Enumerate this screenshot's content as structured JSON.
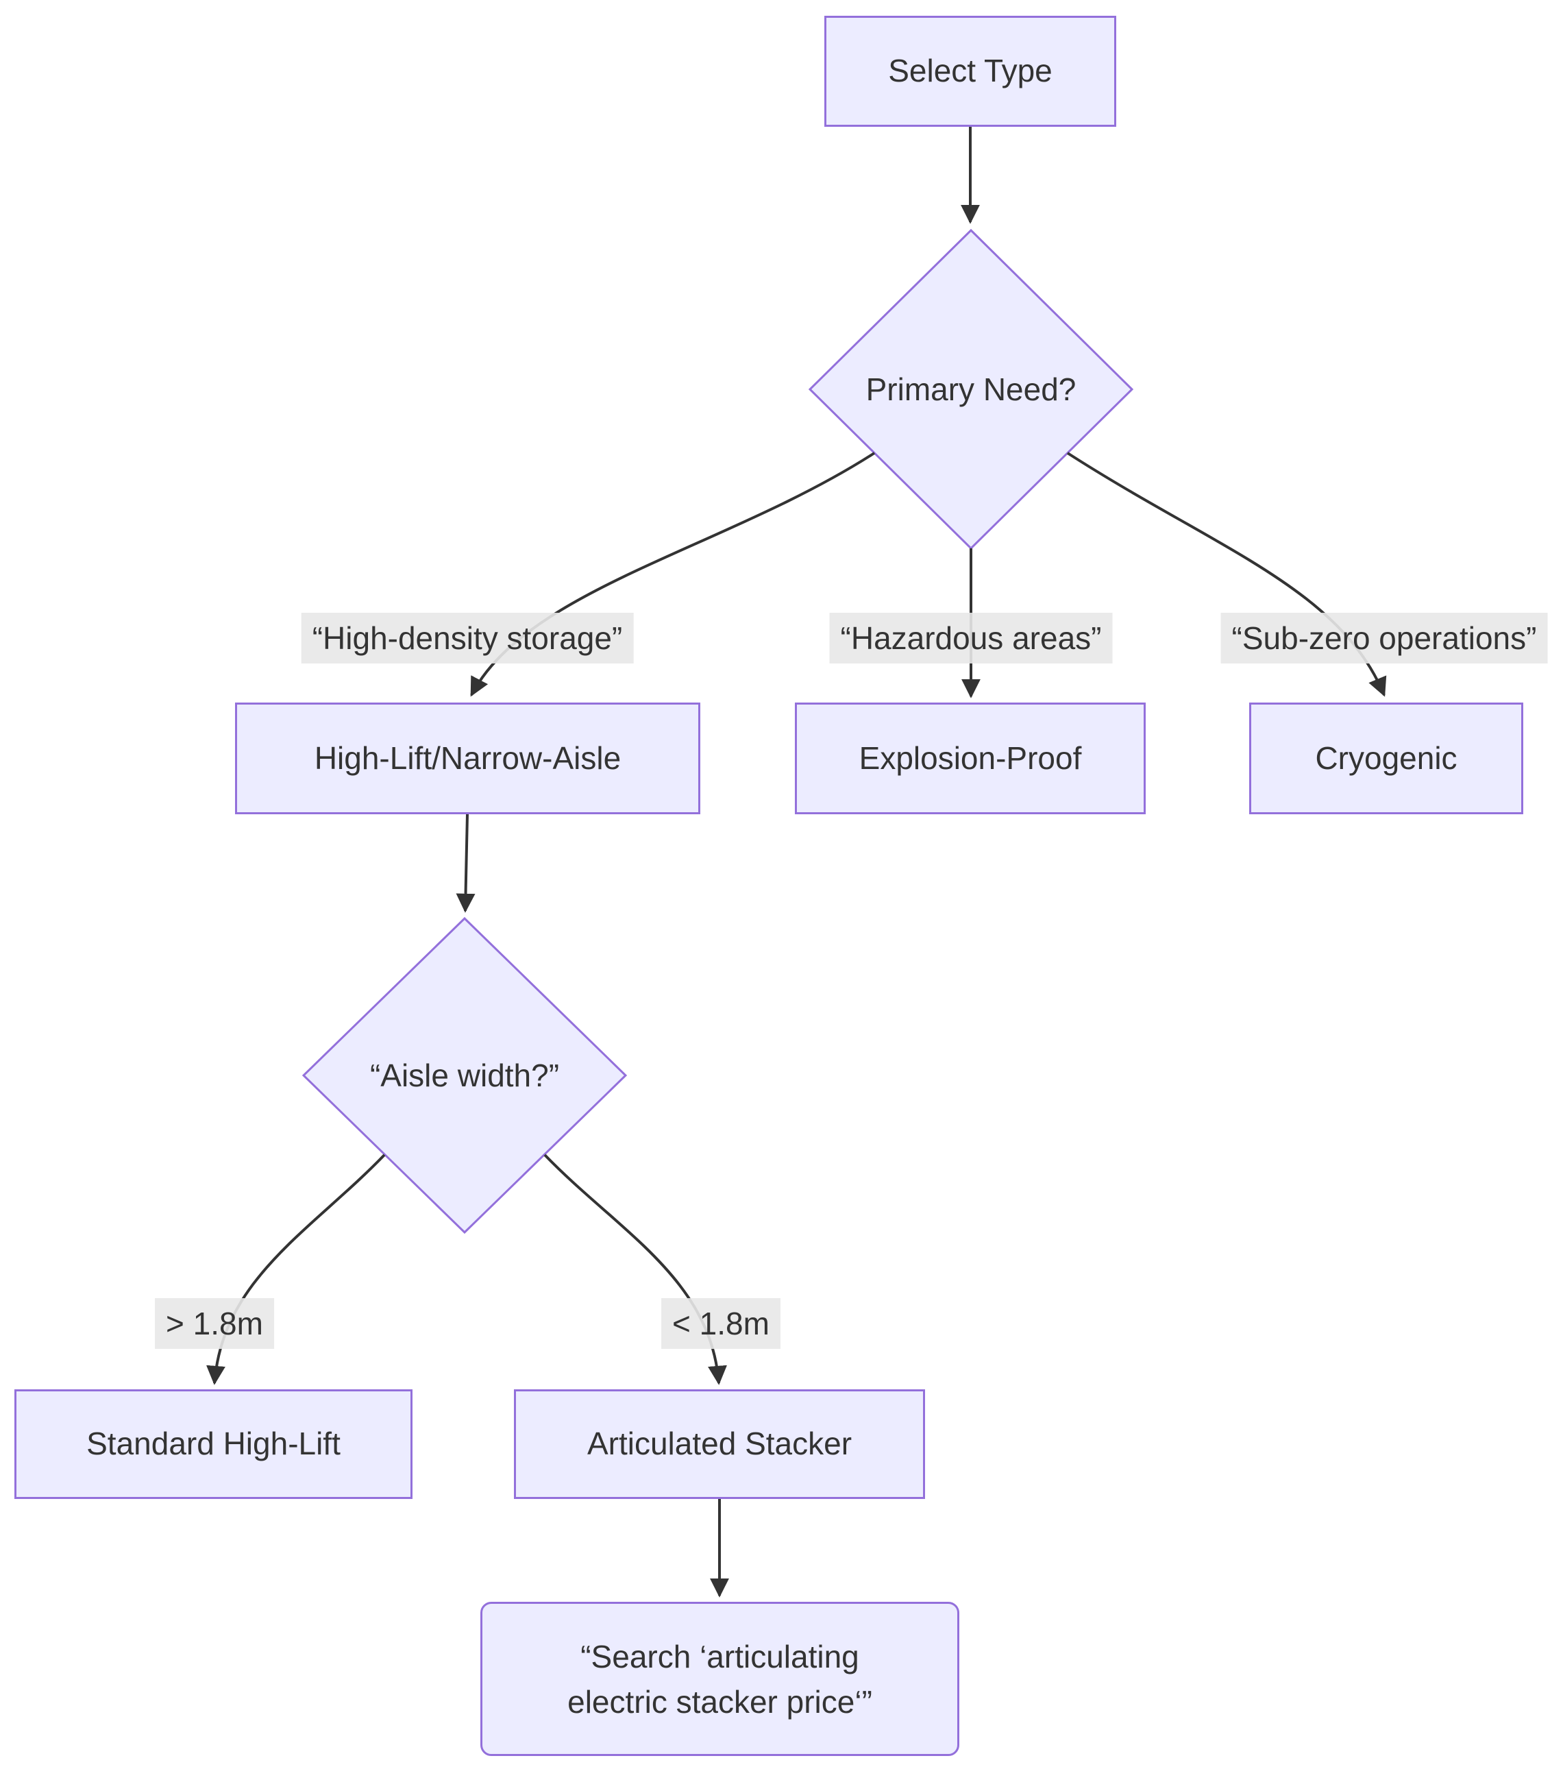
{
  "diagram": {
    "type": "flowchart",
    "direction": "top-down",
    "colors": {
      "background": "#ffffff",
      "node_fill": "#ECECFF",
      "node_border": "#9370DB",
      "edge_line": "#333333",
      "text": "#333333",
      "edge_label_bg": "#e8e8e8"
    },
    "nodes": {
      "select_type": {
        "shape": "rect",
        "label": "Select Type"
      },
      "primary_need": {
        "shape": "diamond",
        "label": "Primary Need?"
      },
      "high_lift_narrow_aisle": {
        "shape": "rect",
        "label": "High-Lift/Narrow-Aisle"
      },
      "explosion_proof": {
        "shape": "rect",
        "label": "Explosion-Proof"
      },
      "cryogenic": {
        "shape": "rect",
        "label": "Cryogenic"
      },
      "aisle_width": {
        "shape": "diamond",
        "label": "“Aisle width?”"
      },
      "standard_high_lift": {
        "shape": "rect",
        "label": "Standard High-Lift"
      },
      "articulated_stacker": {
        "shape": "rect",
        "label": "Articulated Stacker"
      },
      "search_action": {
        "shape": "rounded-rect",
        "label_line1": "“Search ‘articulating",
        "label_line2": "electric stacker price‘”"
      }
    },
    "edges": {
      "select_to_primary": {
        "from": "select_type",
        "to": "primary_need",
        "label": ""
      },
      "primary_to_high_lift": {
        "from": "primary_need",
        "to": "high_lift_narrow_aisle",
        "label": "“High-density storage”"
      },
      "primary_to_explosion": {
        "from": "primary_need",
        "to": "explosion_proof",
        "label": "“Hazardous areas”"
      },
      "primary_to_cryogenic": {
        "from": "primary_need",
        "to": "cryogenic",
        "label": "“Sub-zero operations”"
      },
      "high_lift_to_aisle": {
        "from": "high_lift_narrow_aisle",
        "to": "aisle_width",
        "label": ""
      },
      "aisle_to_standard": {
        "from": "aisle_width",
        "to": "standard_high_lift",
        "label": "> 1.8m"
      },
      "aisle_to_articulated": {
        "from": "aisle_width",
        "to": "articulated_stacker",
        "label": "< 1.8m"
      },
      "articulated_to_search": {
        "from": "articulated_stacker",
        "to": "search_action",
        "label": ""
      }
    }
  }
}
